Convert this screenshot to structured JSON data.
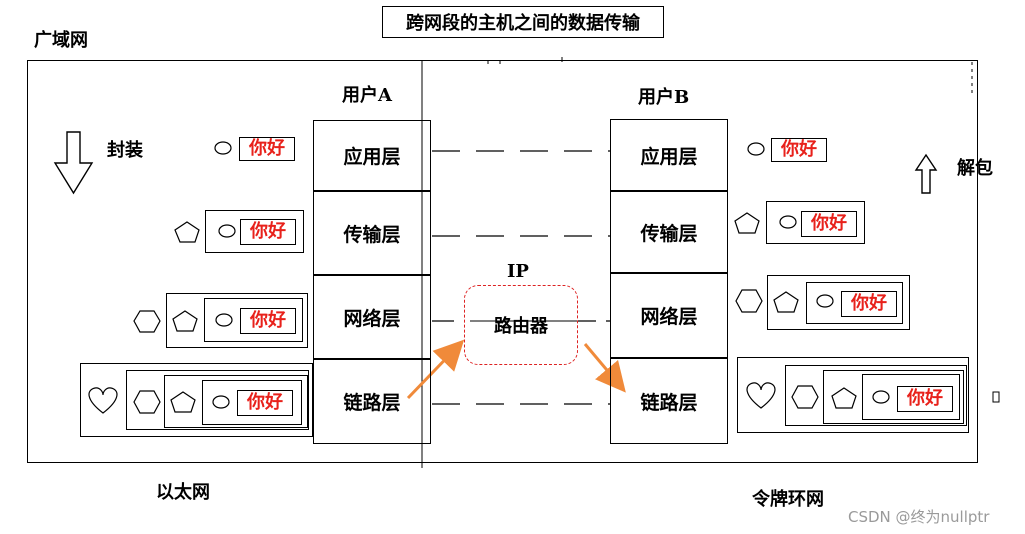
{
  "title": "跨网段的主机之间的数据传输",
  "labels": {
    "wan": "广域网",
    "ethernet": "以太网",
    "token_ring": "令牌环网",
    "encapsulate": "封装",
    "decapsulate": "解包",
    "ip": "IP",
    "router": "路由器"
  },
  "user_a": {
    "name": "用户A",
    "layers": [
      "应用层",
      "传输层",
      "网络层",
      "链路层"
    ]
  },
  "user_b": {
    "name": "用户B",
    "layers": [
      "应用层",
      "传输层",
      "网络层",
      "链路层"
    ]
  },
  "payload": "你好",
  "header_icons": [
    "ellipse-icon",
    "pentagon-icon",
    "hexagon-icon",
    "heart-icon"
  ],
  "colors": {
    "payload_text": "#e8211b",
    "arrow": "#f08a3a",
    "router_border": "#d22222"
  },
  "watermark": "CSDN @终为nullptr"
}
